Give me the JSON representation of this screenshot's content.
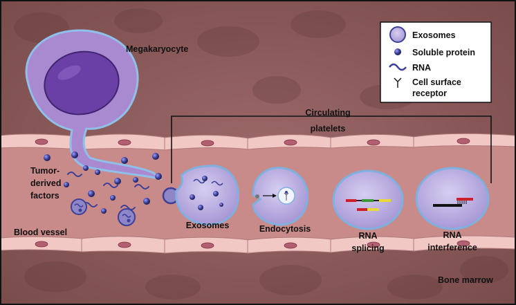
{
  "labels": {
    "megakaryocyte": "Megakaryocyte",
    "circulating_1": "Circulating",
    "circulating_2": "platelets",
    "tumor_1": "Tumor-",
    "tumor_2": "derived",
    "tumor_3": "factors",
    "blood_vessel": "Blood vessel",
    "exosomes": "Exosomes",
    "endocytosis": "Endocytosis",
    "rna_splicing_1": "RNA",
    "rna_splicing_2": "splicing",
    "rna_interference_1": "RNA",
    "rna_interference_2": "interference",
    "bone_marrow": "Bone marrow"
  },
  "legend": {
    "exosomes": "Exosomes",
    "soluble_protein": "Soluble protein",
    "rna": "RNA",
    "receptor_1": "Cell surface",
    "receptor_2": "receptor"
  },
  "colors": {
    "background": "#8a5a5a",
    "vessel": "#c98a8a",
    "endothelium": "#f1c8c4",
    "platelet": "#c6bde3",
    "platelet_edge": "#7fb0e0",
    "megakaryocyte": "#a98ad0",
    "nucleus": "#6a3fa6",
    "protein": "#3b3f96",
    "rna_red": "#cc1f2a",
    "rna_green": "#3a9a3a",
    "rna_yellow": "#e9d83a"
  }
}
